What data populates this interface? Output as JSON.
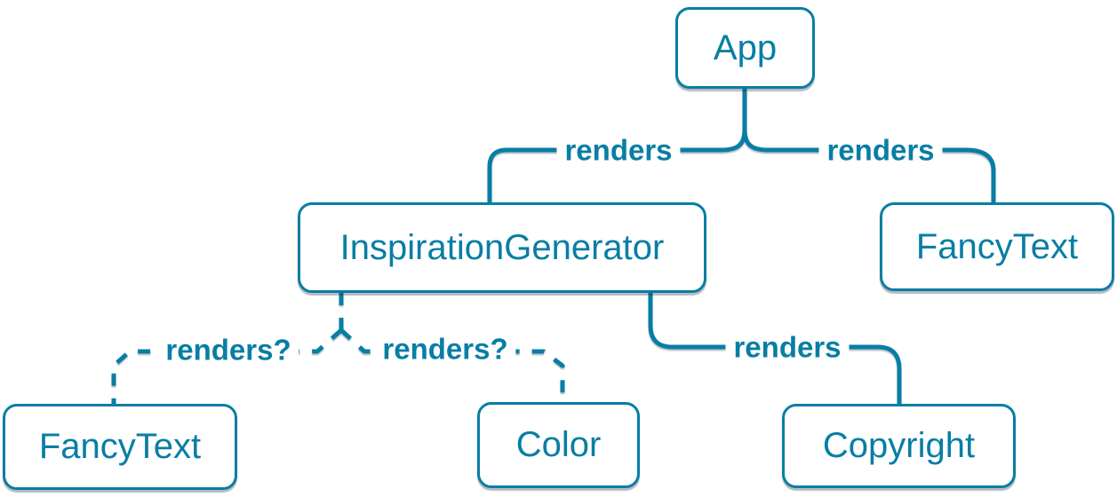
{
  "colors": {
    "accent": "#087ea4",
    "node-bg": "#ffffff",
    "page-bg": "#ffffff"
  },
  "nodes": [
    {
      "id": "app",
      "label": "App"
    },
    {
      "id": "inspiration-generator",
      "label": "InspirationGenerator"
    },
    {
      "id": "fancy-text-top",
      "label": "FancyText"
    },
    {
      "id": "fancy-text-bottom",
      "label": "FancyText"
    },
    {
      "id": "color",
      "label": "Color"
    },
    {
      "id": "copyright",
      "label": "Copyright"
    }
  ],
  "edges": [
    {
      "from": "App",
      "to": "InspirationGenerator",
      "label": "renders",
      "style": "solid"
    },
    {
      "from": "App",
      "to": "FancyText",
      "label": "renders",
      "style": "solid"
    },
    {
      "from": "InspirationGenerator",
      "to": "FancyText",
      "label": "renders?",
      "style": "dashed"
    },
    {
      "from": "InspirationGenerator",
      "to": "Color",
      "label": "renders?",
      "style": "dashed"
    },
    {
      "from": "InspirationGenerator",
      "to": "Copyright",
      "label": "renders",
      "style": "solid"
    }
  ]
}
